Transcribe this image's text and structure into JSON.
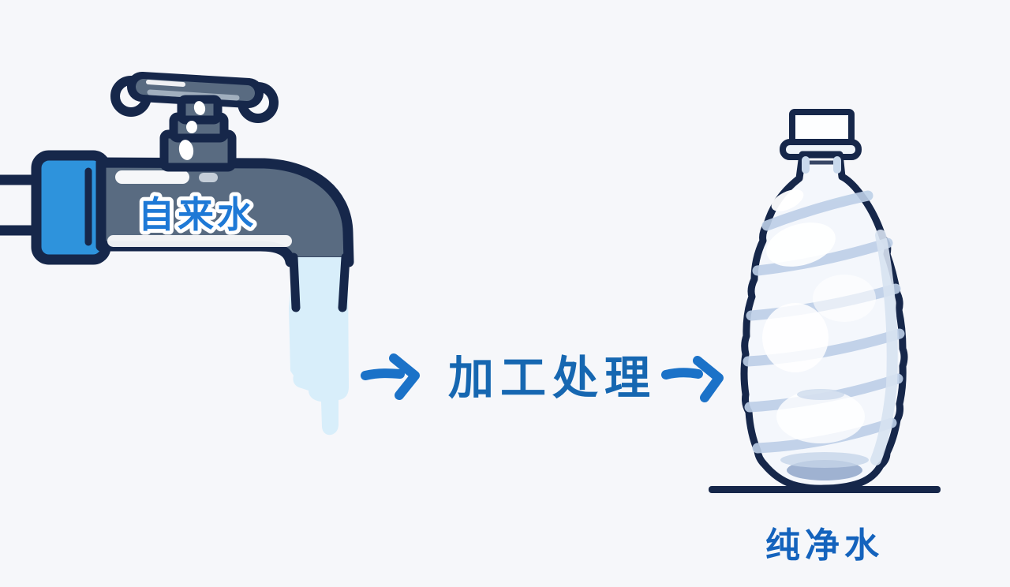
{
  "diagram": {
    "type": "flow",
    "description_visible_text_only": false,
    "steps": [
      {
        "id": "tap-water",
        "label": "自来水",
        "illustration": "faucet-with-running-water"
      },
      {
        "id": "processing",
        "label": "加工处理",
        "illustration": "none"
      },
      {
        "id": "purified-water",
        "label": "纯净水",
        "illustration": "bottled-water-on-ground-line"
      }
    ],
    "connectors": [
      {
        "from": "tap-water",
        "to": "processing",
        "icon": "arrow-right"
      },
      {
        "from": "processing",
        "to": "purified-water",
        "icon": "arrow-right"
      }
    ]
  },
  "colors": {
    "background": "#f6f7fa",
    "outline_navy": "#16274a",
    "faucet_body_gray": "#596b81",
    "collar_blue": "#2e93dc",
    "water_light_blue": "#d8eefa",
    "arrow_blue": "#1b72c8",
    "label_blue_on_faucet": "#1e79d6",
    "process_text_blue": "#1667b1",
    "caption_text_blue": "#1463bd",
    "bottle_fill": "#f4f7fc",
    "bottle_shading": "#bdcfe7"
  }
}
